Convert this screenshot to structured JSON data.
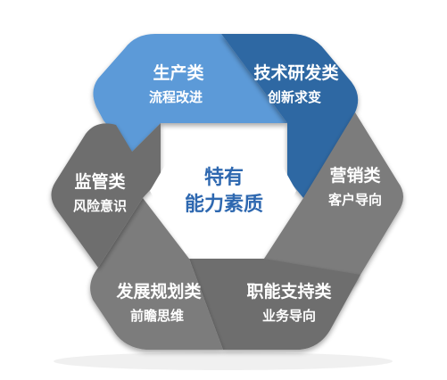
{
  "colors": {
    "light_blue": "#5b9ad8",
    "dark_blue": "#2e67a3",
    "gray": "#7b7b7b",
    "gray_dark": "#6e6e6e",
    "center_fill": "#ffffff",
    "center_text": "#2e68b0"
  },
  "center": {
    "line1": "特有",
    "line2": "能力素质"
  },
  "segments": [
    {
      "title": "生产类",
      "subtitle": "流程改进"
    },
    {
      "title": "技术研发类",
      "subtitle": "创新求变"
    },
    {
      "title": "营销类",
      "subtitle": "客户导向"
    },
    {
      "title": "职能支持类",
      "subtitle": "业务导向"
    },
    {
      "title": "发展规划类",
      "subtitle": "前瞻思维"
    },
    {
      "title": "监管类",
      "subtitle": "风险意识"
    }
  ]
}
